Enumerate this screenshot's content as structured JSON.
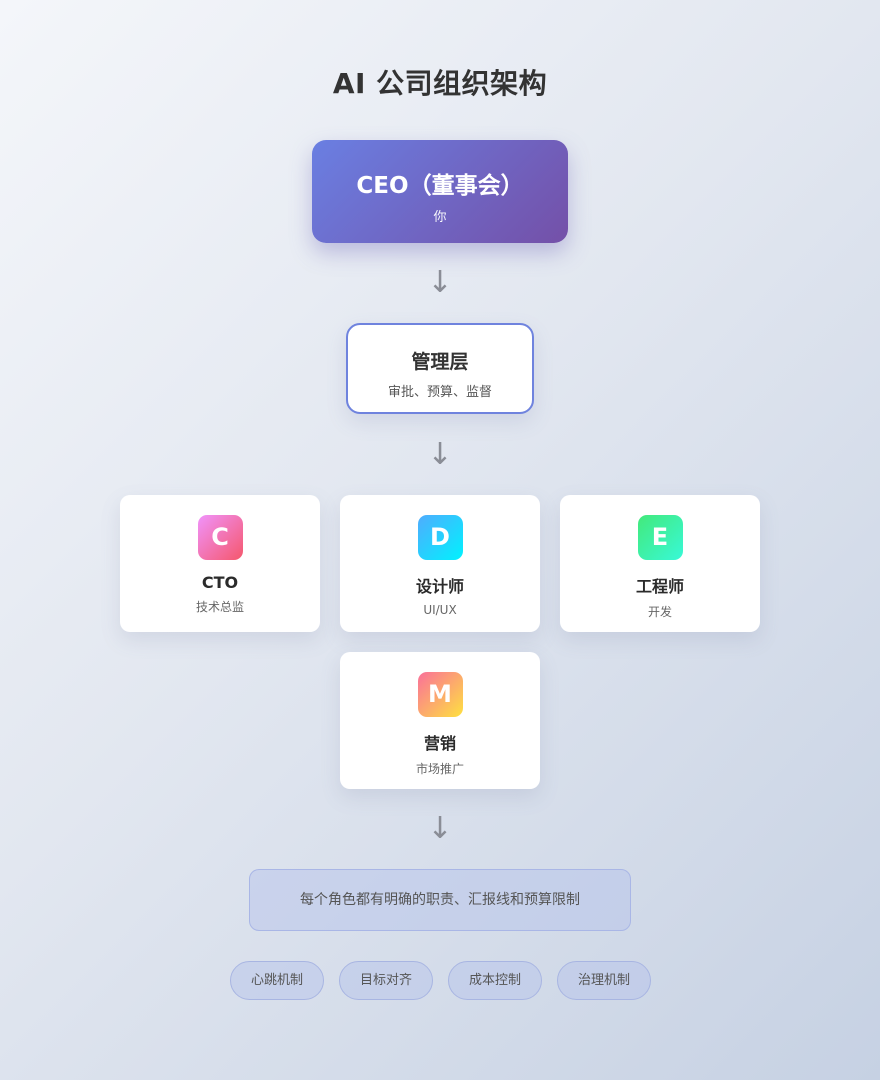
{
  "title": "AI 公司组织架构",
  "ceo": {
    "name": "CEO（董事会）",
    "subtitle": "你"
  },
  "arrow_glyph": "↓",
  "management": {
    "name": "管理层",
    "subtitle": "审批、预算、监督"
  },
  "roles": [
    {
      "letter": "C",
      "name": "CTO",
      "subtitle": "技术总监",
      "gradient": [
        "#f093fb",
        "#f5576c"
      ]
    },
    {
      "letter": "D",
      "name": "设计师",
      "subtitle": "UI/UX",
      "gradient": [
        "#4facfe",
        "#00f2fe"
      ]
    },
    {
      "letter": "E",
      "name": "工程师",
      "subtitle": "开发",
      "gradient": [
        "#43e97b",
        "#38f9d7"
      ]
    },
    {
      "letter": "M",
      "name": "营销",
      "subtitle": "市场推广",
      "gradient": [
        "#fa709a",
        "#fee140"
      ]
    }
  ],
  "note": "每个角色都有明确的职责、汇报线和预算限制",
  "tags": [
    "心跳机制",
    "目标对齐",
    "成本控制",
    "治理机制"
  ]
}
